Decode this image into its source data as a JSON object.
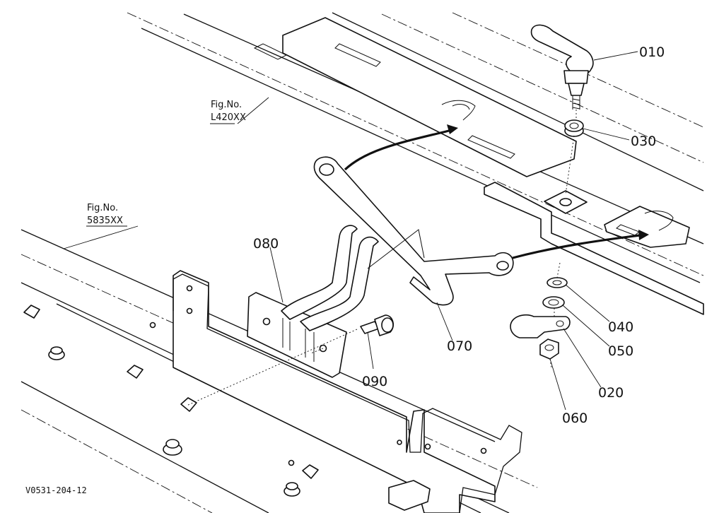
{
  "figure_refs": [
    {
      "prefix": "Fig.No.",
      "code": "L420XX"
    },
    {
      "prefix": "Fig.No.",
      "code": "5835XX"
    }
  ],
  "callouts": [
    "010",
    "030",
    "080",
    "070",
    "040",
    "050",
    "090",
    "020",
    "060"
  ],
  "drawing_code": "V0531-204-12"
}
